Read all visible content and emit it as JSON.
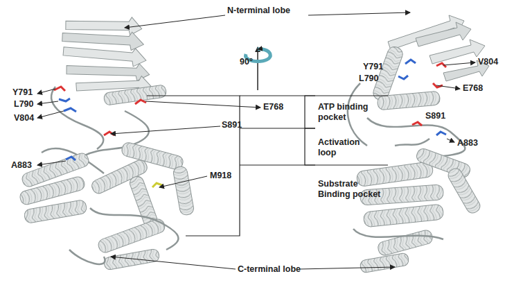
{
  "diagram": {
    "labels": [
      "N-terminal lobe",
      "90°",
      "Y791",
      "L790",
      "V804",
      "E768",
      "ATP binding pocket",
      "S891",
      "Activation loop",
      "A883",
      "M918",
      "Substrate Binding pocket",
      "C-terminal lobe",
      "Y791",
      "L790",
      "V804",
      "E768",
      "S891",
      "A883"
    ]
  }
}
